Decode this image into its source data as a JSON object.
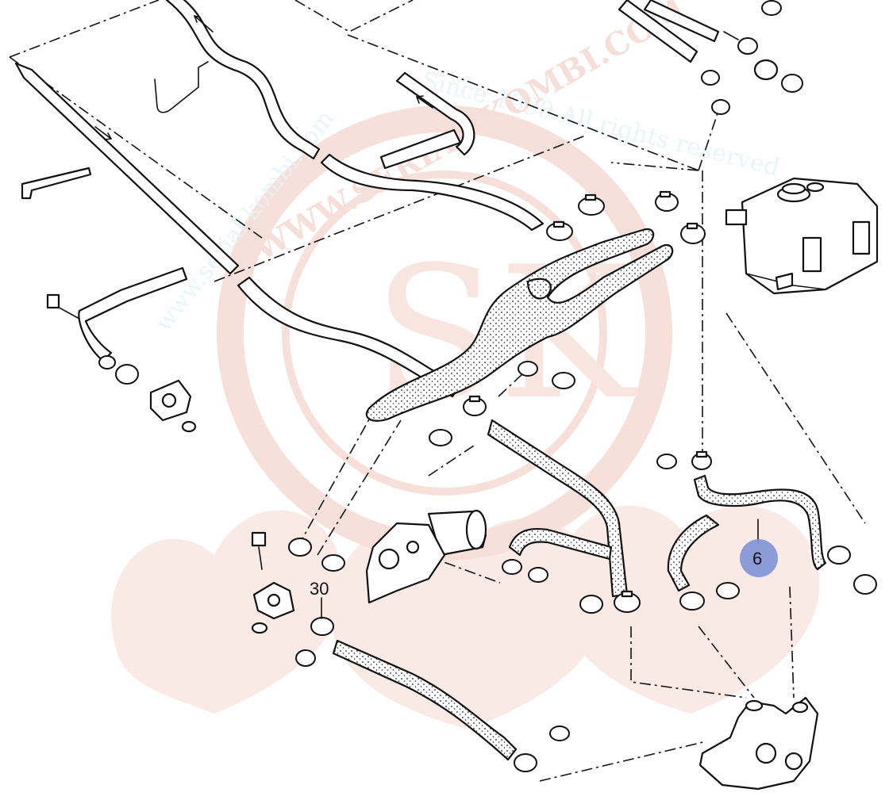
{
  "diagram": {
    "callouts": [
      {
        "id": "callout-6",
        "label": "6",
        "highlighted": true,
        "highlight_color": "#7f93d6"
      },
      {
        "id": "callout-30",
        "label": "30",
        "highlighted": false
      }
    ]
  },
  "watermark": {
    "url_text": "www.serial-kombi.com",
    "since_text": "Since 1999 All rights reserved",
    "brand_text": "WWW.SERIAL-KOMBI.COM",
    "monogram": "SK",
    "color": "#f2c9c0",
    "text_color": "#bfe3f1"
  }
}
